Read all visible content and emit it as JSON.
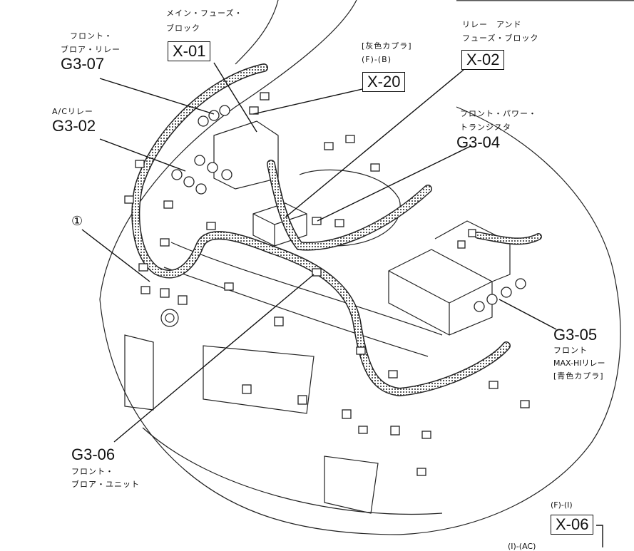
{
  "callouts": {
    "x01": {
      "desc1": "メイン・フューズ・",
      "desc2": "ブロック",
      "code": "X-01"
    },
    "g307": {
      "desc1": "フロント・",
      "desc2": "ブロア・リレー",
      "code": "G3-07"
    },
    "x20": {
      "desc1": "[灰色カプラ]",
      "desc2": "(F)-(B)",
      "code": "X-20"
    },
    "x02": {
      "desc1": "リレー　アンド",
      "desc2": "フューズ・ブロック",
      "code": "X-02"
    },
    "g302": {
      "desc1": "A/Cリレー",
      "code": "G3-02"
    },
    "g304": {
      "desc1": "フロント・パワー・",
      "desc2": "トランジスタ",
      "code": "G3-04"
    },
    "ref1": {
      "code": "①"
    },
    "g305": {
      "code": "G3-05",
      "desc1": "フロント",
      "desc2": "MAX-HIリレー",
      "desc3": "[青色カプラ]"
    },
    "g306": {
      "code": "G3-06",
      "desc1": "フロント・",
      "desc2": "ブロア・ユニット"
    },
    "x06": {
      "desc1": "(F)-(I)",
      "code": "X-06",
      "desc2": "(I)-(AC)"
    }
  }
}
